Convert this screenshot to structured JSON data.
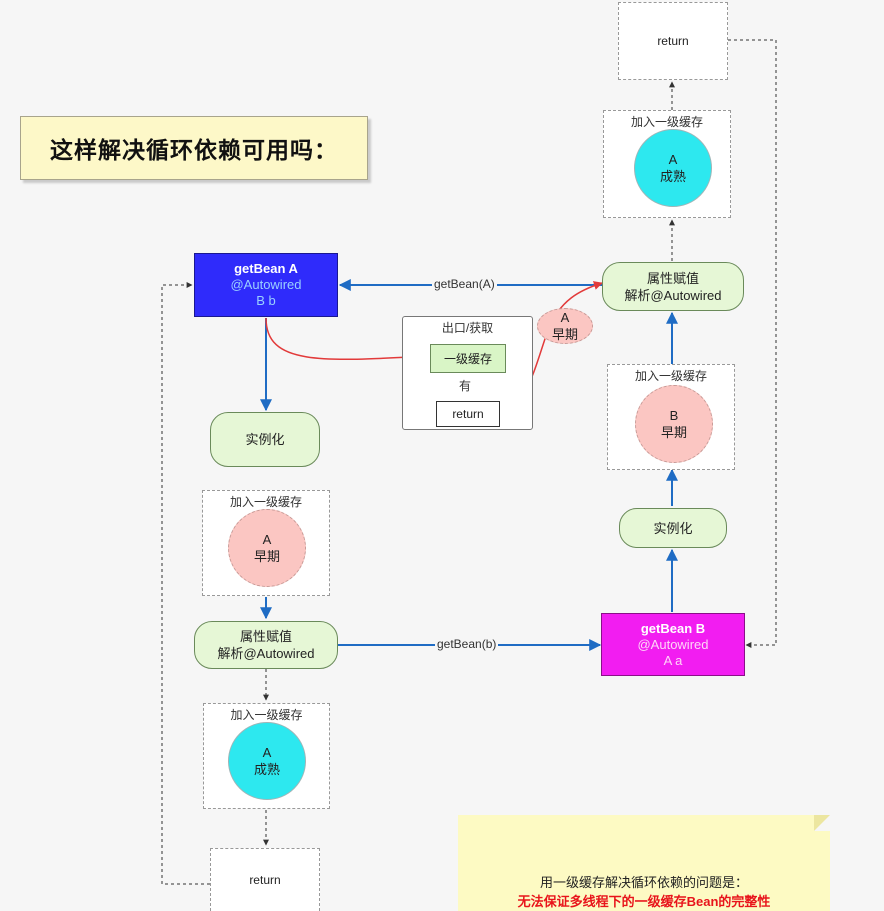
{
  "title": "这样解决循环依赖可用吗：",
  "bean_a": {
    "name": "getBean A",
    "annotation": "@Autowired",
    "field": "B b"
  },
  "bean_b": {
    "name": "getBean B",
    "annotation": "@Autowired",
    "field": "A a"
  },
  "left": {
    "instantiate": "实例化",
    "cache1_title": "加入一级缓存",
    "cache1_circle": [
      "A",
      "早期"
    ],
    "props": [
      "属性赋值",
      "解析@Autowired"
    ],
    "cache2_title": "加入一级缓存",
    "cache2_circle": [
      "A",
      "成熟"
    ],
    "return": "return"
  },
  "right": {
    "instantiate": "实例化",
    "cache1_title": "加入一级缓存",
    "cache1_circle": [
      "B",
      "早期"
    ],
    "props": [
      "属性赋值",
      "解析@Autowired"
    ],
    "cache2_title": "加入一级缓存",
    "cache2_circle": [
      "A",
      "成熟"
    ],
    "return": "return"
  },
  "lookup": {
    "title": "出口/获取",
    "cache": "一级缓存",
    "has": "有",
    "return": "return"
  },
  "early_a": [
    "A",
    "早期"
  ],
  "edges": {
    "get_a": "getBean(A)",
    "get_b": "getBean(b)"
  },
  "note": {
    "line1": "用一级缓存解决循环依赖的问题是：",
    "line2": "无法保证多线程下的一级缓存Bean的完整性"
  },
  "colors": {
    "bean_a": "#2f2bfb",
    "bean_b": "#f21df1",
    "blue_edge": "#1f6cc4",
    "red_edge": "#e23a3a",
    "cyan": "#2de8ef",
    "pink": "#fbc6c2",
    "pill": "#e6f7d6"
  }
}
